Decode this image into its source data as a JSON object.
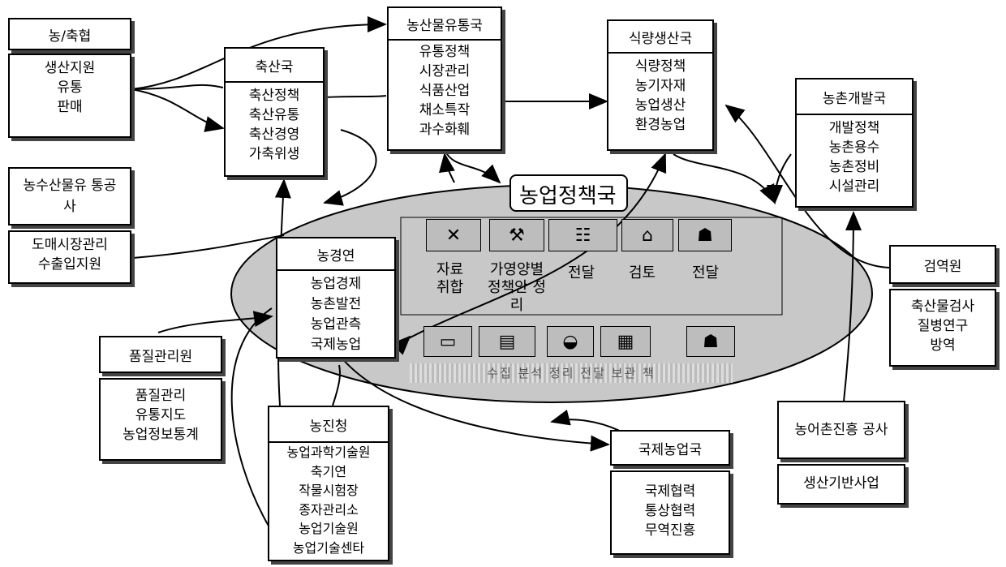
{
  "title": "농업정책국",
  "boxes": {
    "nonghyup": {
      "header": "농/축협",
      "items": [
        "생산지원",
        "유통",
        "판매"
      ]
    },
    "chuksan": {
      "header": "축산국",
      "items": [
        "축산정책",
        "축산유통",
        "축산경영",
        "가축위생"
      ]
    },
    "nongsanmul": {
      "header": "농산물유통국",
      "items": [
        "유통정책",
        "시장관리",
        "식품산업",
        "채소특작",
        "과수화훼"
      ]
    },
    "sikryang": {
      "header": "식량생산국",
      "items": [
        "식량정책",
        "농기자재",
        "농업생산",
        "환경농업"
      ]
    },
    "nongchon": {
      "header": "농촌개발국",
      "items": [
        "개발정책",
        "농촌용수",
        "농촌정비",
        "시설관리"
      ]
    },
    "nongsusan": {
      "header": "농수산물유 통공사",
      "items": [
        "도매시장관리",
        "수출입지원"
      ]
    },
    "nonggyeong": {
      "header": "농경연",
      "items": [
        "농업경제",
        "농촌발전",
        "농업관측",
        "국제농업"
      ]
    },
    "geomyeok": {
      "header": "검역원",
      "items": [
        "축산물검사",
        "질병연구",
        "방역"
      ]
    },
    "pumjil": {
      "header": "품질관리원",
      "items": [
        "품질관리",
        "유통지도",
        "농업정보통계"
      ]
    },
    "nongjin": {
      "header": "농진청",
      "items": [
        "농업과학기술원",
        "축기연",
        "작물시험장",
        "종자관리소",
        "농업기술원",
        "농업기술센타"
      ]
    },
    "gukje": {
      "header": "국제농업국",
      "items": [
        "국제협력",
        "통상협력",
        "무역진흥"
      ]
    },
    "nongeochon": {
      "header": "농어촌진흥 공사",
      "items": [
        "생산기반사업"
      ]
    }
  },
  "process_top": [
    "자료 취합",
    "가영양별 정책안 정리",
    "전달",
    "검토",
    "전달"
  ],
  "process_bottom_text": "수집 분석 정리 전달 보관 책",
  "icons_top": [
    "cross-tools-icon",
    "worker-icon",
    "meeting-icon",
    "desk-icon",
    "person-icon"
  ],
  "icons_bottom": [
    "vehicle-icon",
    "reading-icon",
    "car-icon",
    "truck-icon",
    "person-icon"
  ]
}
